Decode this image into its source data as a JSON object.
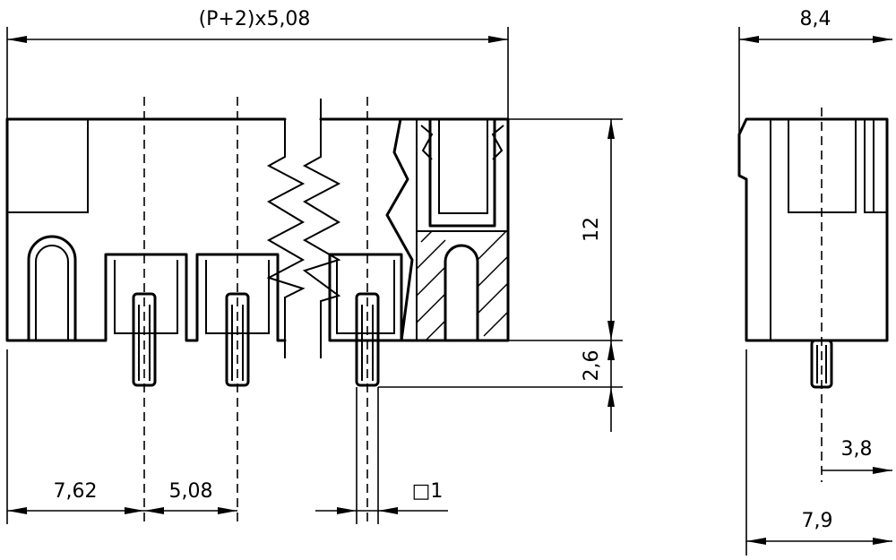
{
  "dimensions": {
    "total_length": "(P+2)x5,08",
    "width_top": "8,4",
    "height": "12",
    "pin_offset": "2,6",
    "edge_to_first_pin": "7,62",
    "pitch": "5,08",
    "pin_square": "□1",
    "pin_length": "3,8",
    "base_width": "7,9"
  }
}
